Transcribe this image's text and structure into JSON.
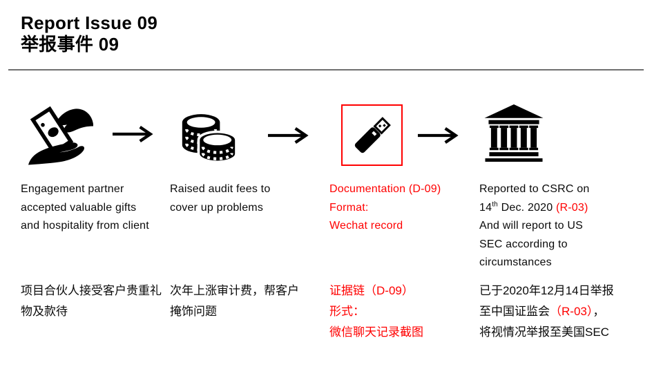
{
  "title": {
    "en": "Report Issue 09",
    "zh": "举报事件 09"
  },
  "colors": {
    "accent_red": "#ff0000",
    "text": "#0a0a0a",
    "divider": "#6f6f6f",
    "icon": "#000000"
  },
  "icons": {
    "step1": "give-money-icon",
    "step2": "coins-icon",
    "step3": "usb-drive-icon",
    "step4": "bank-building-icon",
    "connector": "arrow-right-icon"
  },
  "flow": {
    "columns": [
      {
        "en_lines": [
          "Engagement partner",
          "accepted valuable gifts",
          "and hospitality from client"
        ],
        "zh_lines": [
          "项目合伙人接受客户贵重礼",
          "物及款待"
        ]
      },
      {
        "en_lines": [
          "Raised audit fees to",
          "cover up problems"
        ],
        "zh_lines": [
          "次年上涨审计费，帮客户",
          "掩饰问题"
        ]
      },
      {
        "en_lines": [
          "Documentation (D-09)",
          "Format:",
          "Wechat record"
        ],
        "zh_lines": [
          "证据链（D-09）",
          "形式：",
          "微信聊天记录截图"
        ]
      },
      {
        "en": {
          "l1": "Reported to CSRC on",
          "l2_day": "14",
          "l2_ordinal": "th",
          "l2_rest": " Dec. 2020 ",
          "l2_ref": "(R-03)",
          "l3": "And will report to US",
          "l4": "SEC according to",
          "l5": "circumstances"
        },
        "zh": {
          "l1": "已于2020年12月14日举报",
          "l2_pre": "至中国证监会",
          "l2_ref": "（R-03）",
          "l2_post": "，",
          "l3": "将视情况举报至美国SEC"
        }
      }
    ]
  }
}
